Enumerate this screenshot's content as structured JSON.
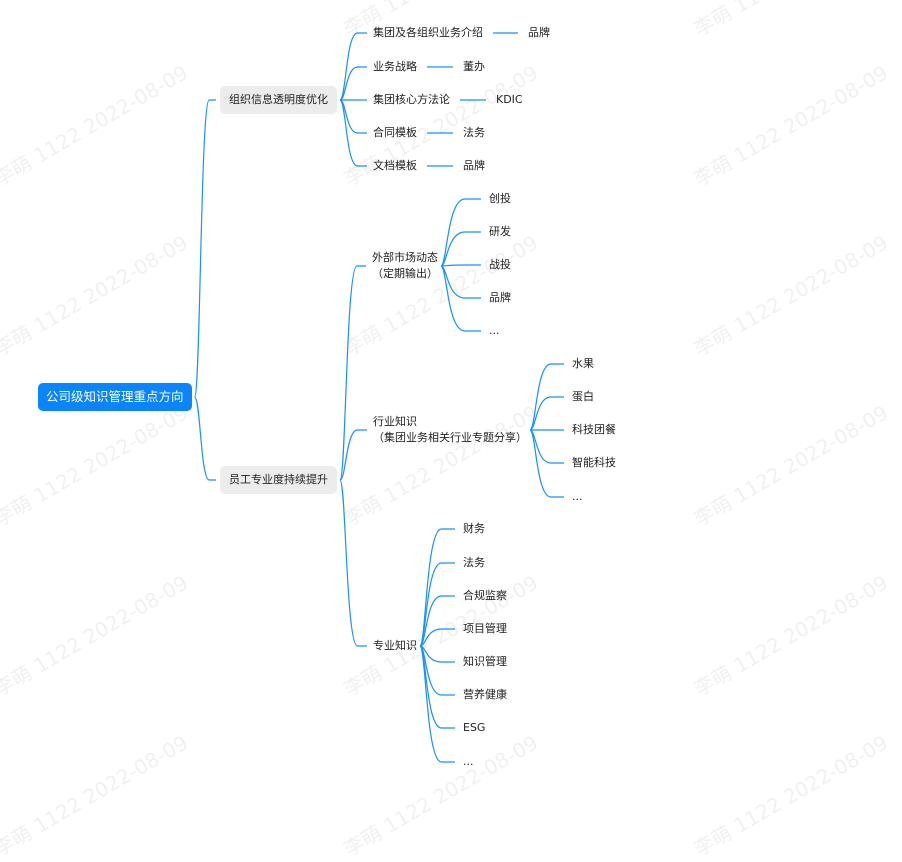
{
  "watermark": "李萌 1122 2022-08-09",
  "accent_color": "#0a84ff",
  "edge_color": "#1890ff",
  "root": "公司级知识管理重点方向",
  "branch_org": {
    "label": "组织信息透明度优化",
    "items": [
      {
        "label": "集团及各组织业务介绍",
        "owner": "品牌"
      },
      {
        "label": "业务战略",
        "owner": "董办"
      },
      {
        "label": "集团核心方法论",
        "owner": "KDIC"
      },
      {
        "label": "合同模板",
        "owner": "法务"
      },
      {
        "label": "文档模板",
        "owner": "品牌"
      }
    ]
  },
  "branch_staff": {
    "label": "员工专业度持续提升",
    "market": {
      "label": "外部市场动态\n（定期输出）",
      "items": [
        "创投",
        "研发",
        "战投",
        "品牌",
        "..."
      ]
    },
    "industry": {
      "label": "行业知识\n（集团业务相关行业专题分享）",
      "items": [
        "水果",
        "蛋白",
        "科技团餐",
        "智能科技",
        "..."
      ]
    },
    "professional": {
      "label": "专业知识",
      "items": [
        "财务",
        "法务",
        "合规监察",
        "项目管理",
        "知识管理",
        "营养健康",
        "ESG",
        "..."
      ]
    }
  }
}
